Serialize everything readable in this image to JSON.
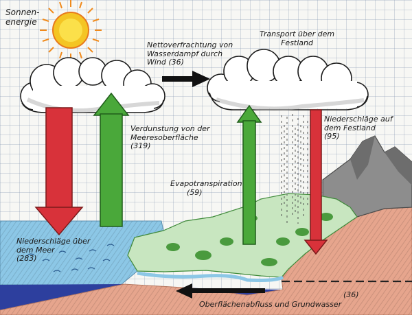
{
  "labels": {
    "sun_line1": "Sonnen-",
    "sun_line2": "energie",
    "wind_line1": "Nettoverfrachtung von",
    "wind_line2": "Wasserdampf durch",
    "wind_line3": "Wind (36)",
    "land_transport_line1": "Transport über dem",
    "land_transport_line2": "Festland",
    "evap_line1": "Verdunstung von der",
    "evap_line2": "Meeresoberfläche",
    "evap_line3": "(319)",
    "precip_land_line1": "Niederschläge auf",
    "precip_land_line2": "dem Festland",
    "precip_land_line3": "(95)",
    "evapotrans_line1": "Evapotranspiration",
    "evapotrans_line2": "(59)",
    "precip_sea_line1": "Niederschläge über",
    "precip_sea_line2": "dem Meer",
    "precip_sea_line3": "(283)",
    "runoff_value": "(36)",
    "runoff_label": "Oberflächenabfluss und Grundwasser"
  },
  "colors": {
    "red_arrow": "#d8323a",
    "green_arrow": "#4aa83a",
    "sea": "#8cc7e6",
    "deep_sea": "#2d3f9e",
    "land": "#e6a58d",
    "meadow": "#c8e6c0",
    "mountain": "#8d8d8d",
    "sun": "#f4c524"
  }
}
